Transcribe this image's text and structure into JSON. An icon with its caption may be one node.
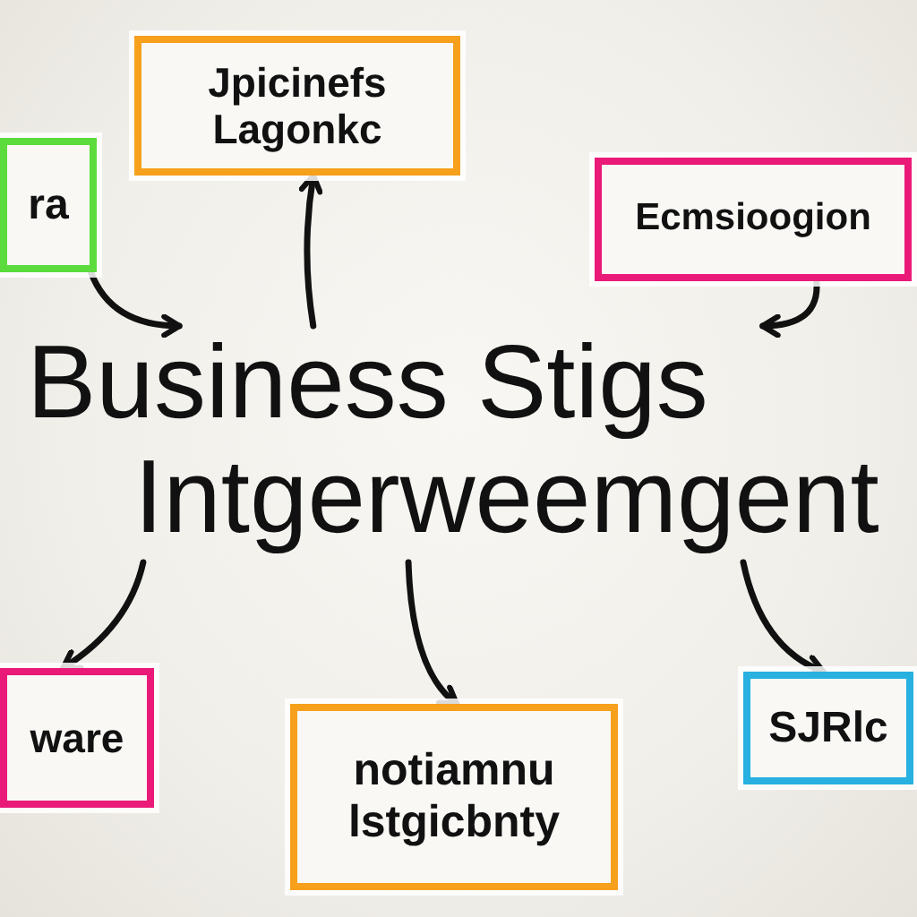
{
  "diagram": {
    "nodes": [
      {
        "text": [
          "ra"
        ]
      },
      {
        "text": [
          "Jpicinefs Lagonkc"
        ]
      },
      {
        "text": [
          "Ecmsioogion"
        ]
      },
      {
        "text": [
          "Business Stigs Intgerweemgent"
        ]
      },
      {
        "text": [
          "ware"
        ]
      },
      {
        "text": [
          "notiamnu lstgicbnty"
        ]
      },
      {
        "text": [
          "SJRlc"
        ]
      }
    ],
    "edges": [
      {
        "from": 0,
        "to": 3,
        "arrow": "to"
      },
      {
        "from": 3,
        "to": 1,
        "arrow": "to"
      },
      {
        "from": 2,
        "to": 3,
        "arrow": "to"
      },
      {
        "from": 3,
        "to": 4,
        "arrow": "to"
      },
      {
        "from": 3,
        "to": 5,
        "arrow": "to"
      },
      {
        "from": 3,
        "to": 6,
        "arrow": "to"
      }
    ]
  }
}
